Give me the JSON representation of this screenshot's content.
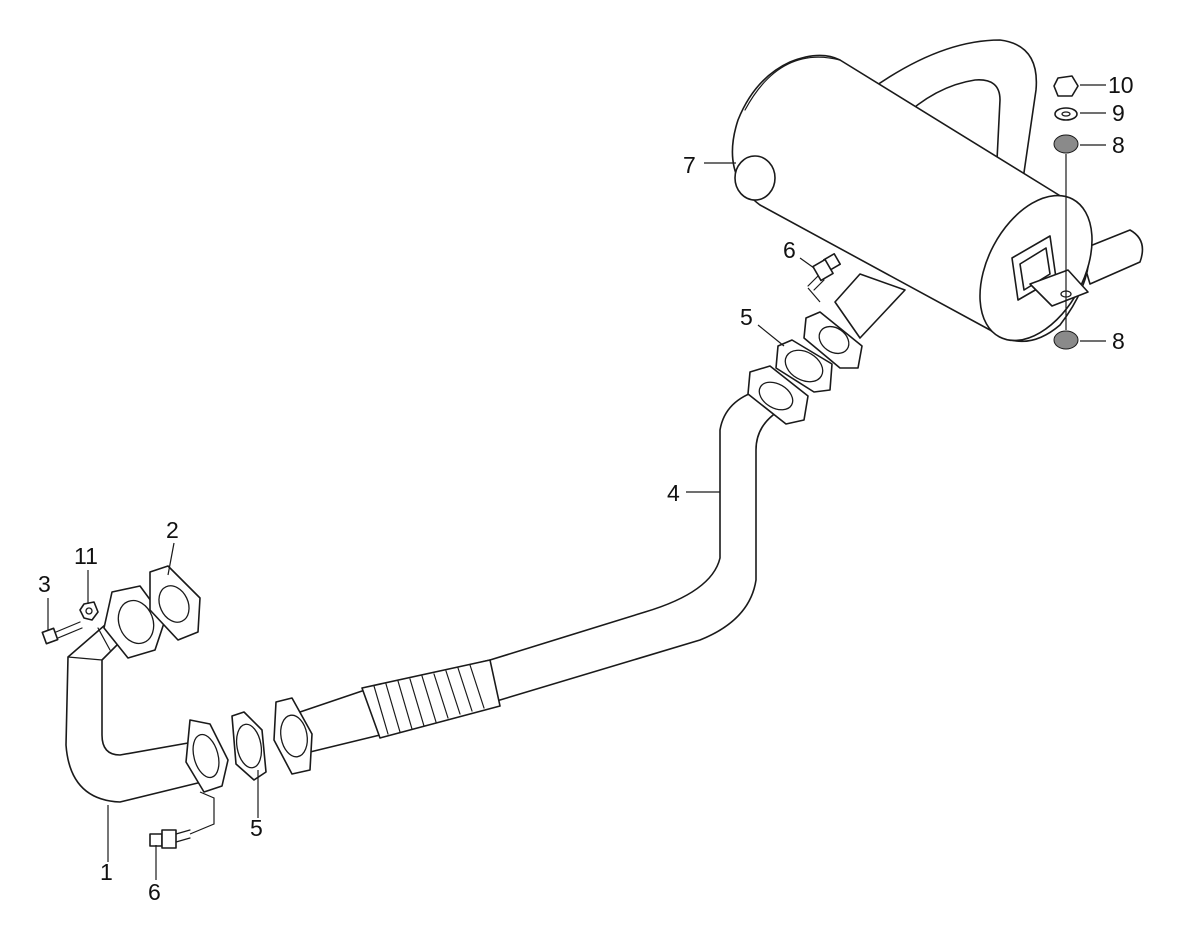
{
  "diagram": {
    "type": "exploded parts diagram",
    "callouts": [
      {
        "id": "c1",
        "label": "1"
      },
      {
        "id": "c2",
        "label": "2"
      },
      {
        "id": "c3",
        "label": "3"
      },
      {
        "id": "c11",
        "label": "11"
      },
      {
        "id": "c4",
        "label": "4"
      },
      {
        "id": "c5a",
        "label": "5"
      },
      {
        "id": "c5b",
        "label": "5"
      },
      {
        "id": "c6a",
        "label": "6"
      },
      {
        "id": "c6b",
        "label": "6"
      },
      {
        "id": "c7",
        "label": "7"
      },
      {
        "id": "c8a",
        "label": "8"
      },
      {
        "id": "c8b",
        "label": "8"
      },
      {
        "id": "c9",
        "label": "9"
      },
      {
        "id": "c10",
        "label": "10"
      }
    ]
  },
  "colors": {
    "line": "#1a1a1a",
    "background": "#ffffff",
    "shade": "#8a8a8a"
  }
}
